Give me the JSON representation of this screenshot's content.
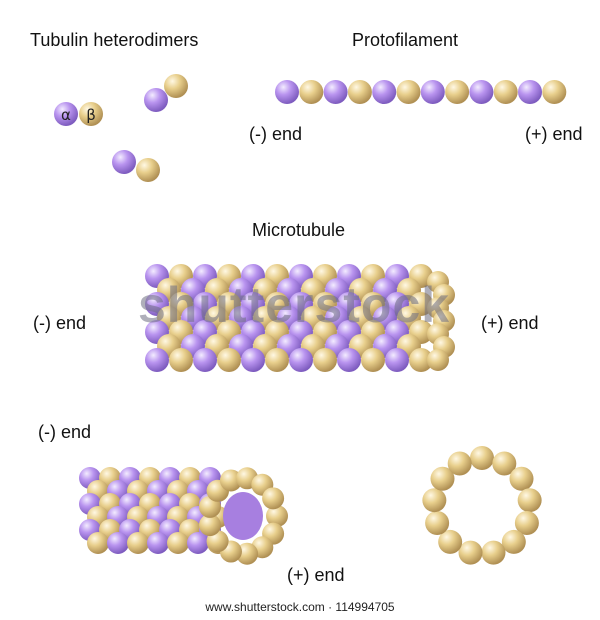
{
  "labels": {
    "heterodimers_title": "Tubulin heterodimers",
    "alpha": "α",
    "beta": "β",
    "protofilament_title": "Protofilament",
    "proto_minus_end": "(-) end",
    "proto_plus_end": "(+) end",
    "microtubule_title": "Microtubule",
    "mt_minus_end": "(-) end",
    "mt_plus_end": "(+) end",
    "persp_minus_end": "(-) end",
    "persp_plus_end": "(+) end"
  },
  "colors": {
    "alpha_tubulin": "#b28ee8",
    "beta_tubulin": "#e7cf8e"
  },
  "watermark": "shutterstock",
  "credit": "www.shutterstock.com · 114994705"
}
